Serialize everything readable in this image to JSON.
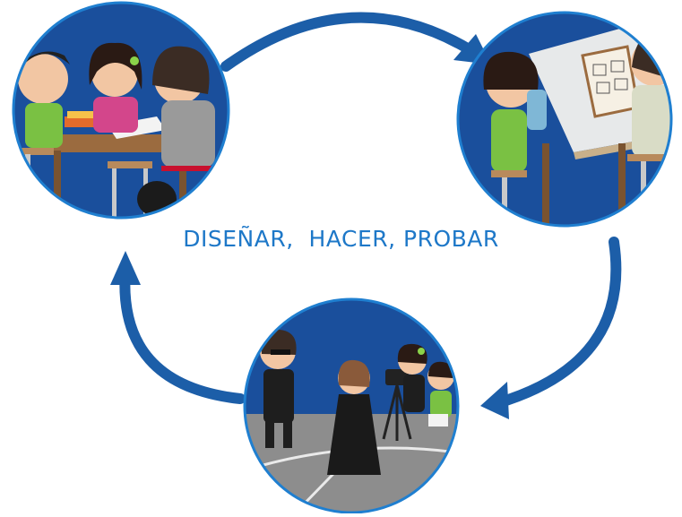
{
  "diagram": {
    "title": "DISEÑAR,  HACER, PROBAR",
    "accent_color": "#1c5ea8",
    "stages": [
      {
        "name": "design-circle",
        "scene": "kids-planning-at-table"
      },
      {
        "name": "make-circle",
        "scene": "kids-drawing-storyboard"
      },
      {
        "name": "test-circle",
        "scene": "kids-filming-scene"
      }
    ]
  }
}
